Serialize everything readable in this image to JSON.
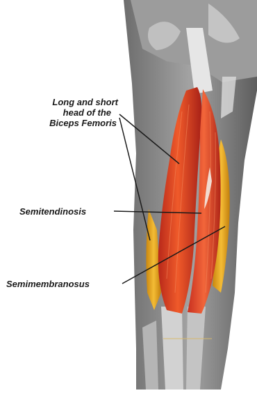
{
  "figure": {
    "labels": {
      "biceps": [
        "Long and short",
        "head of the",
        "Biceps Femoris"
      ],
      "semitendinosis": "Semitendinosis",
      "semimembranosus": "Semimembranosus"
    },
    "colors": {
      "muscle_red": "#e0401f",
      "tendon_yellow": "#e6a21c",
      "background_gray": "#8a8a8a",
      "tendon_white": "#e8e8e8"
    }
  }
}
